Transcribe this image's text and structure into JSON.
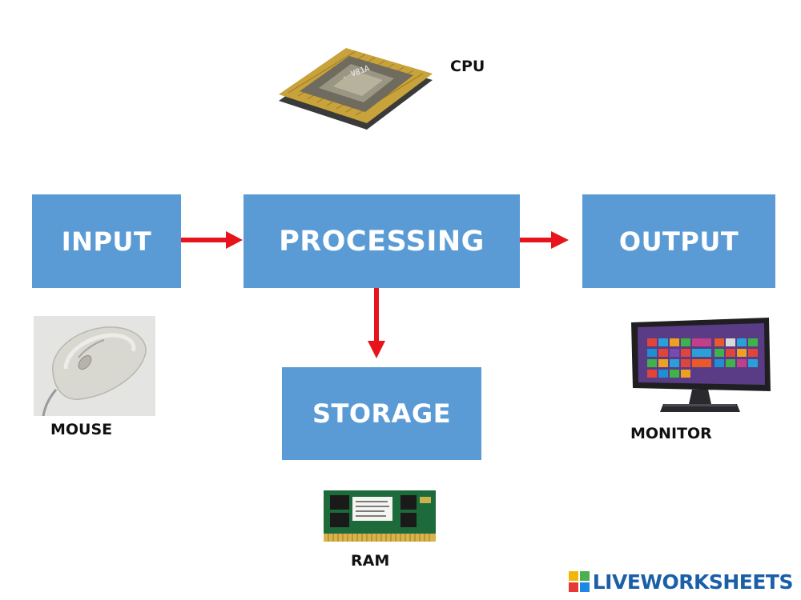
{
  "nodes": {
    "input": "INPUT",
    "processing": "PROCESSING",
    "output": "OUTPUT",
    "storage": "STORAGE"
  },
  "labels": {
    "cpu": "CPU",
    "mouse": "MOUSE",
    "monitor": "MONITOR",
    "ram": "RAM"
  },
  "edges": [
    {
      "from": "INPUT",
      "to": "PROCESSING"
    },
    {
      "from": "PROCESSING",
      "to": "OUTPUT"
    },
    {
      "from": "PROCESSING",
      "to": "STORAGE"
    }
  ],
  "watermark": "LIVEWORKSHEETS",
  "colors": {
    "box": "#5b9bd5",
    "arrow": "#e8141b",
    "watermark": "#1a5fa8"
  },
  "icons": [
    "cpu-chip-icon",
    "computer-mouse-icon",
    "monitor-icon",
    "ram-module-icon"
  ]
}
